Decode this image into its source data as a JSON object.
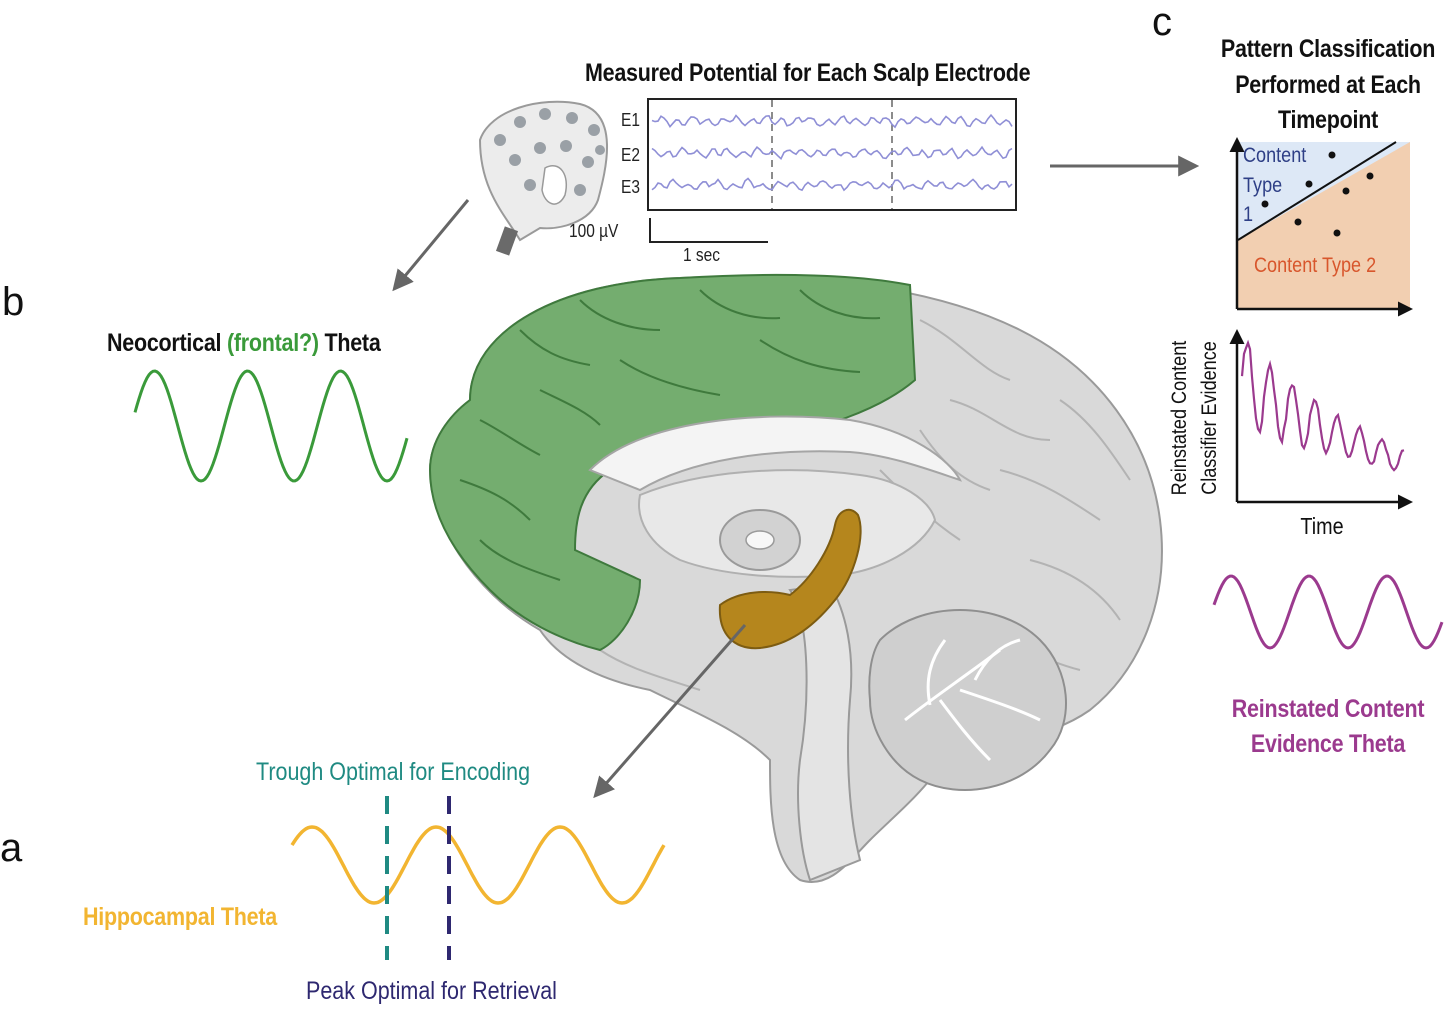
{
  "panels": {
    "a": "a",
    "b": "b",
    "c": "c"
  },
  "eeg": {
    "title": "Measured Potential for Each Scalp Electrode",
    "electrodes": [
      "E1",
      "E2",
      "E3"
    ],
    "scale_voltage": "100 µV",
    "scale_time": "1 sec"
  },
  "neocortical": {
    "part1": "Neocortical ",
    "part2": "(frontal?)",
    "part3": " Theta"
  },
  "hippocampal": {
    "label": "Hippocampal Theta",
    "trough_label": "Trough Optimal for Encoding",
    "peak_label": "Peak Optimal for Retrieval"
  },
  "classification": {
    "title_lines": [
      "Pattern Classification",
      "Performed at Each",
      "Timepoint"
    ],
    "type1_lines": [
      "Content",
      "Type",
      "1"
    ],
    "type2": "Content Type 2"
  },
  "evidence": {
    "ylabel_lines": [
      "Reinstated Content",
      "Classifier Evidence"
    ],
    "xlabel": "Time",
    "theta_lines": [
      "Reinstated Content",
      "Evidence Theta"
    ]
  },
  "colors": {
    "green": "#3a9a3a",
    "frontal_green": "#74ad6f",
    "gold": "#f2b531",
    "hippocampus": "#b5861d",
    "teal": "#1f8a82",
    "navy": "#2e2870",
    "purple": "#9b3a8e",
    "eeg_trace": "#8f8fd6",
    "class1_bg": "#dde8f6",
    "class2_bg": "#f2cfb1",
    "class2_text": "#d8562c",
    "class1_text": "#2e3f86"
  }
}
